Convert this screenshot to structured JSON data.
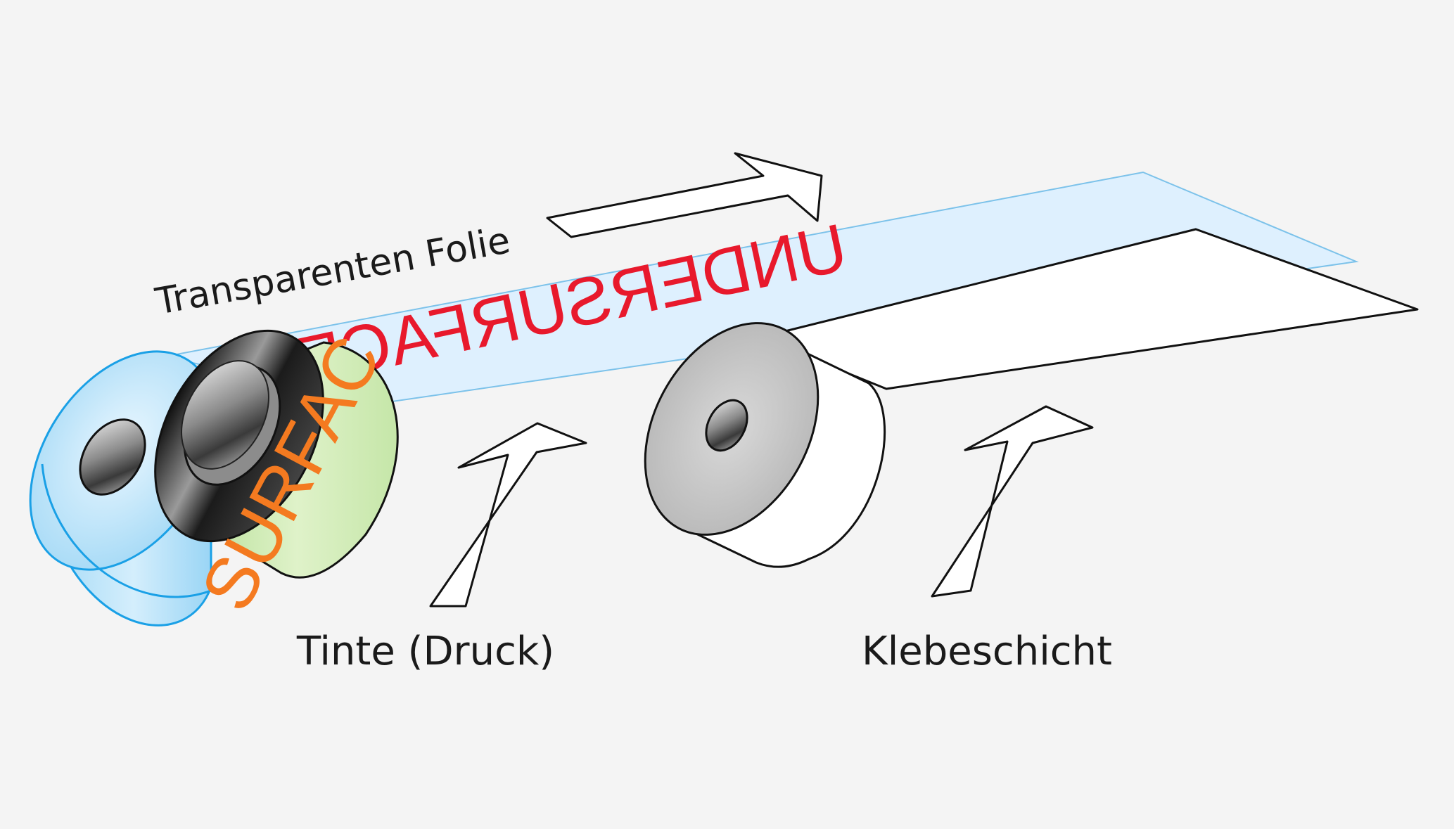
{
  "labels": {
    "film": "Transparenten Folie",
    "ink": "Tinte (Druck)",
    "adhesive": "Klebeschicht"
  },
  "print_text": {
    "roll": "SURFAC",
    "film": "UNDERSURFACE"
  },
  "colors": {
    "background": "#f4f4f4",
    "film_fill": "#dcefff",
    "film_edge": "#7cc2ea",
    "roll_blue": "#1aa0e6",
    "ink_orange": "#f47a20",
    "ink_red": "#e8192c",
    "roll_green": "#cfe9b3",
    "outline": "#111111"
  }
}
